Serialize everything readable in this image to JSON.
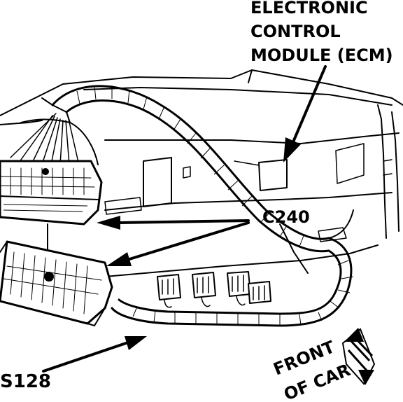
{
  "labels": {
    "ecm_line1": "ELECTRONIC",
    "ecm_line2": "CONTROL",
    "ecm_line3": "MODULE (ECM)",
    "c240": "C240",
    "s128": "S128",
    "front_line1": "FRONT",
    "front_line2": "OF CAR"
  }
}
